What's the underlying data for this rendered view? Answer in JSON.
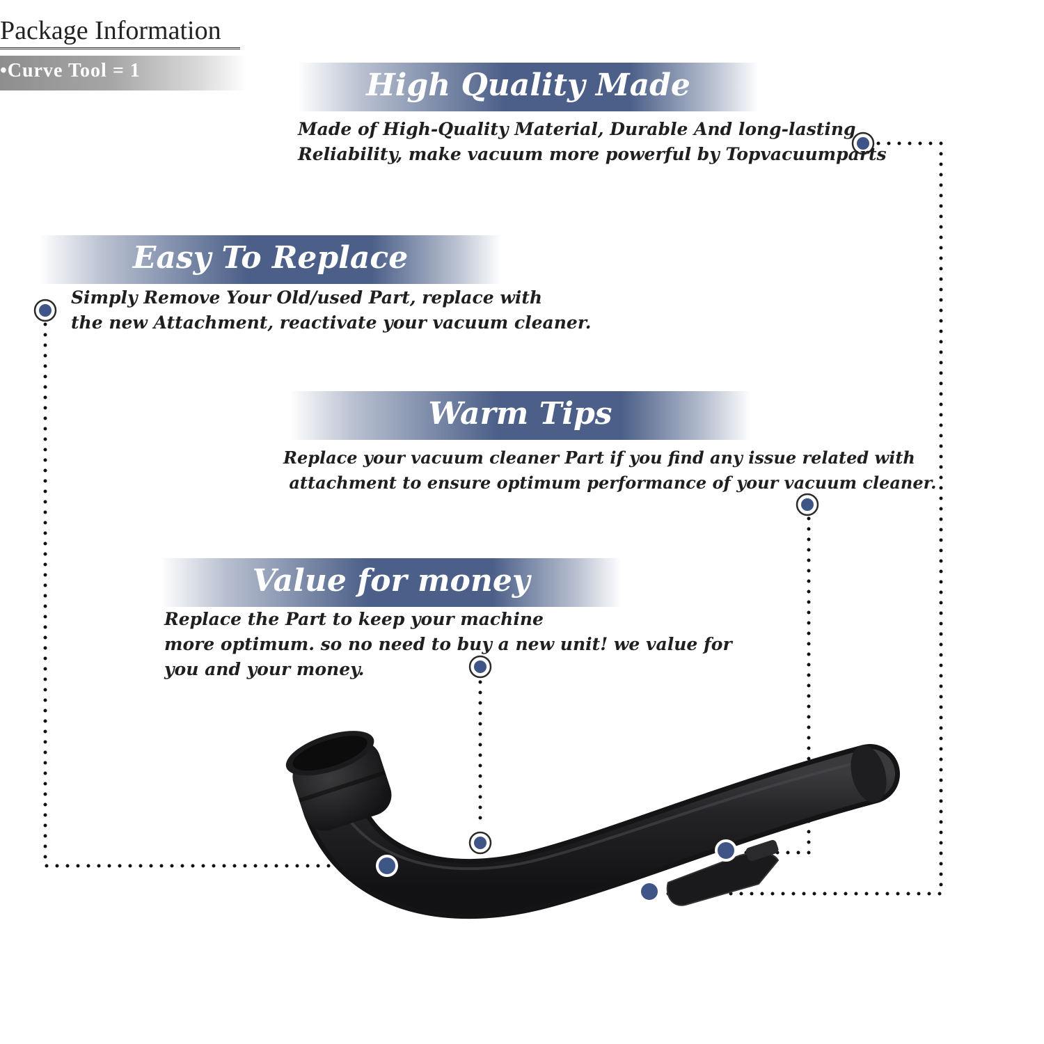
{
  "package": {
    "title": "Package Information",
    "item": "•Curve Tool = 1"
  },
  "features": [
    {
      "title": "High Quality Made",
      "lines": [
        "Made of  High-Quality Material, Durable And long-lasting",
        "Reliability, make vacuum more powerful by Topvacuumparts"
      ]
    },
    {
      "title": "Easy To Replace",
      "lines": [
        "Simply Remove Your Old/used Part, replace with",
        "the new Attachment, reactivate your vacuum cleaner."
      ]
    },
    {
      "title": "Warm Tips",
      "lines": [
        "Replace your vacuum cleaner Part if you find any issue related with",
        " attachment to ensure optimum performance of your vacuum cleaner."
      ]
    },
    {
      "title": "Value for money",
      "lines": [
        "Replace the Part to keep your machine",
        "more optimum. so no need to buy a new unit! we value for",
        "you and your money."
      ]
    }
  ],
  "colors": {
    "accent": "#4b5f88",
    "dot": "#3f5487",
    "tool": "#1b1b1d"
  }
}
